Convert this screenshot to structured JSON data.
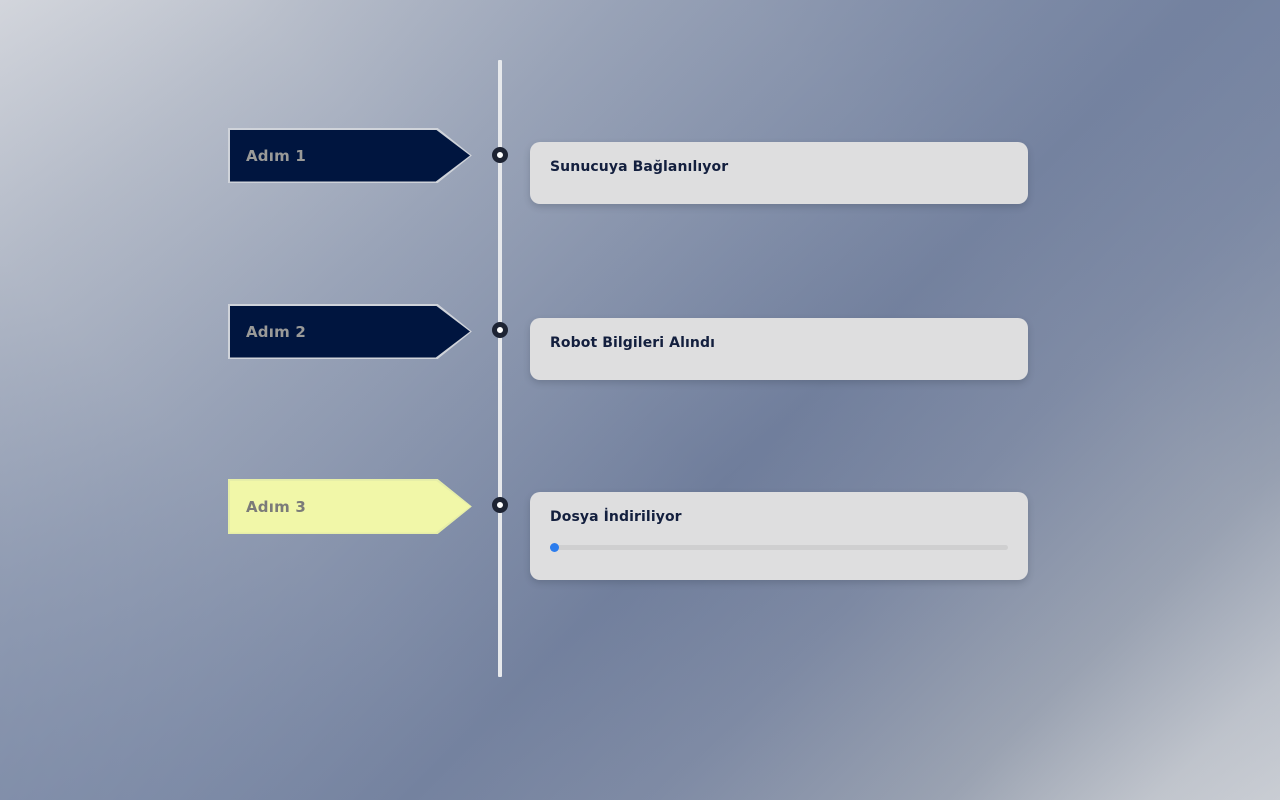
{
  "theme": {
    "background_light": "#d9dbe0",
    "background_dark": "#6f7d9b",
    "step_dark_fill": "#00153f",
    "step_active_fill": "#f1f7a8",
    "card_fill": "#dededf",
    "card_title_color": "#131f3e",
    "progress_accent": "#2b7ced",
    "rail_color": "#e7e9ec",
    "node_ring_color": "#1d2333"
  },
  "timeline": {
    "rail_name": "timeline-rail",
    "steps": [
      {
        "id": "step-1",
        "step_label": "Adım 1",
        "state": "dark",
        "node_name": "timeline-node-1",
        "card": {
          "title": "Sunucuya Bağlanılıyor",
          "has_progress": false
        }
      },
      {
        "id": "step-2",
        "step_label": "Adım 2",
        "state": "dark",
        "node_name": "timeline-node-2",
        "card": {
          "title": "Robot Bilgileri Alındı",
          "has_progress": false
        }
      },
      {
        "id": "step-3",
        "step_label": "Adım 3",
        "state": "active",
        "node_name": "timeline-node-3",
        "card": {
          "title": "Dosya İndiriliyor",
          "has_progress": true,
          "progress_percent": 0
        }
      }
    ]
  }
}
